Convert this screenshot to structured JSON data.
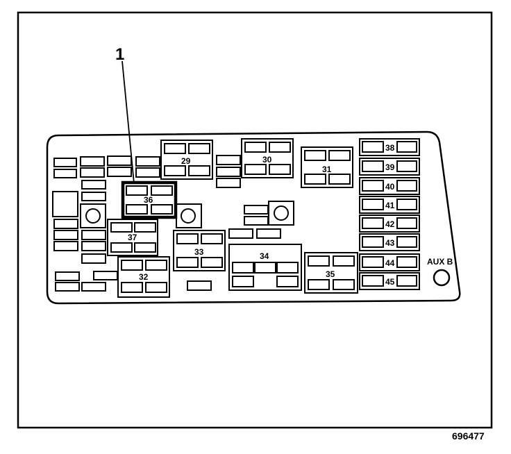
{
  "callout_label": "1",
  "figure_id": "696477",
  "aux_label": "AUX B",
  "relay_labels": {
    "r29": "29",
    "r30": "30",
    "r31": "31",
    "r32": "32",
    "r33": "33",
    "r34": "34",
    "r35": "35",
    "r36": "36",
    "r37": "37"
  },
  "fuse_labels": [
    "38",
    "39",
    "40",
    "41",
    "42",
    "43",
    "44",
    "45"
  ]
}
